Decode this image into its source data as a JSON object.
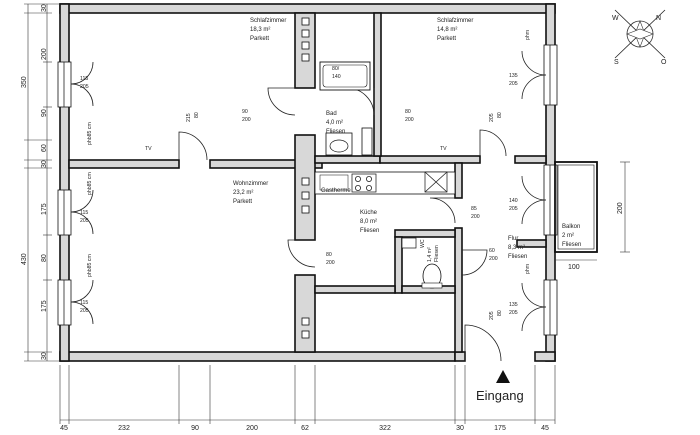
{
  "rooms": {
    "schlaf_left": {
      "name": "Schlafzimmer",
      "area": "18,3 m²",
      "floor": "Parkett"
    },
    "schlaf_right": {
      "name": "Schlafzimmer",
      "area": "14,8 m²",
      "floor": "Parkett"
    },
    "bad": {
      "name": "Bad",
      "area": "4,0 m²",
      "floor": "Fliesen"
    },
    "wohn": {
      "name": "Wohnzimmer",
      "area": "23,2 m²",
      "floor": "Parkett"
    },
    "kueche": {
      "name": "Küche",
      "area": "8,0 m²",
      "floor": "Fliesen"
    },
    "wc": {
      "name": "WC",
      "area": "1,4 m²",
      "floor": "Fliesen"
    },
    "flur": {
      "name": "Flur",
      "area": "8,3 m²",
      "floor": "Fliesen"
    },
    "balkon": {
      "name": "Balkon",
      "area": "2 m²",
      "floor": "Fliesen"
    }
  },
  "labels": {
    "gastherme": "Gastherme",
    "tv": "TV",
    "eingang": "Eingang",
    "phm": "phm",
    "bathtub_w": "80/",
    "bathtub_h": "140"
  },
  "openings": {
    "w1_top": "115",
    "w1_bot": "205",
    "w2_top": "115",
    "w2_bot": "205",
    "w3_top": "115",
    "w3_bot": "205",
    "w4_top": "135",
    "w4_bot": "205",
    "w5_top": "140",
    "w5_bot": "205",
    "w6_top": "135",
    "w6_bot": "205",
    "phb1": "phb85 cm",
    "phb2": "phb85 cm",
    "phb3": "phb85 cm",
    "d_bad_top": "90",
    "d_bad_bot": "200",
    "d_bad2_top": "80",
    "d_bad2_bot": "200",
    "d_schlaf_l": "215",
    "d_schlaf_l2": "80",
    "d_schlaf_r": "205",
    "d_schlaf_r2": "80",
    "d_kueche_top": "85",
    "d_kueche_bot": "200",
    "d_wohn_top": "80",
    "d_wohn_bot": "200",
    "d_flur_top": "60",
    "d_flur_bot": "200",
    "d_entry": "205",
    "d_entry2": "80"
  },
  "compass": {
    "n": "N",
    "o": "O",
    "s": "S",
    "w": "W"
  },
  "dims": {
    "left": [
      "30",
      "200",
      "350",
      "90",
      "60",
      "30",
      "175",
      "430",
      "80",
      "175",
      "30"
    ],
    "bottom": [
      "45",
      "232",
      "90",
      "200",
      "62",
      "322",
      "30",
      "175",
      "45"
    ],
    "balkon_v": "200",
    "balkon_h": "100"
  }
}
